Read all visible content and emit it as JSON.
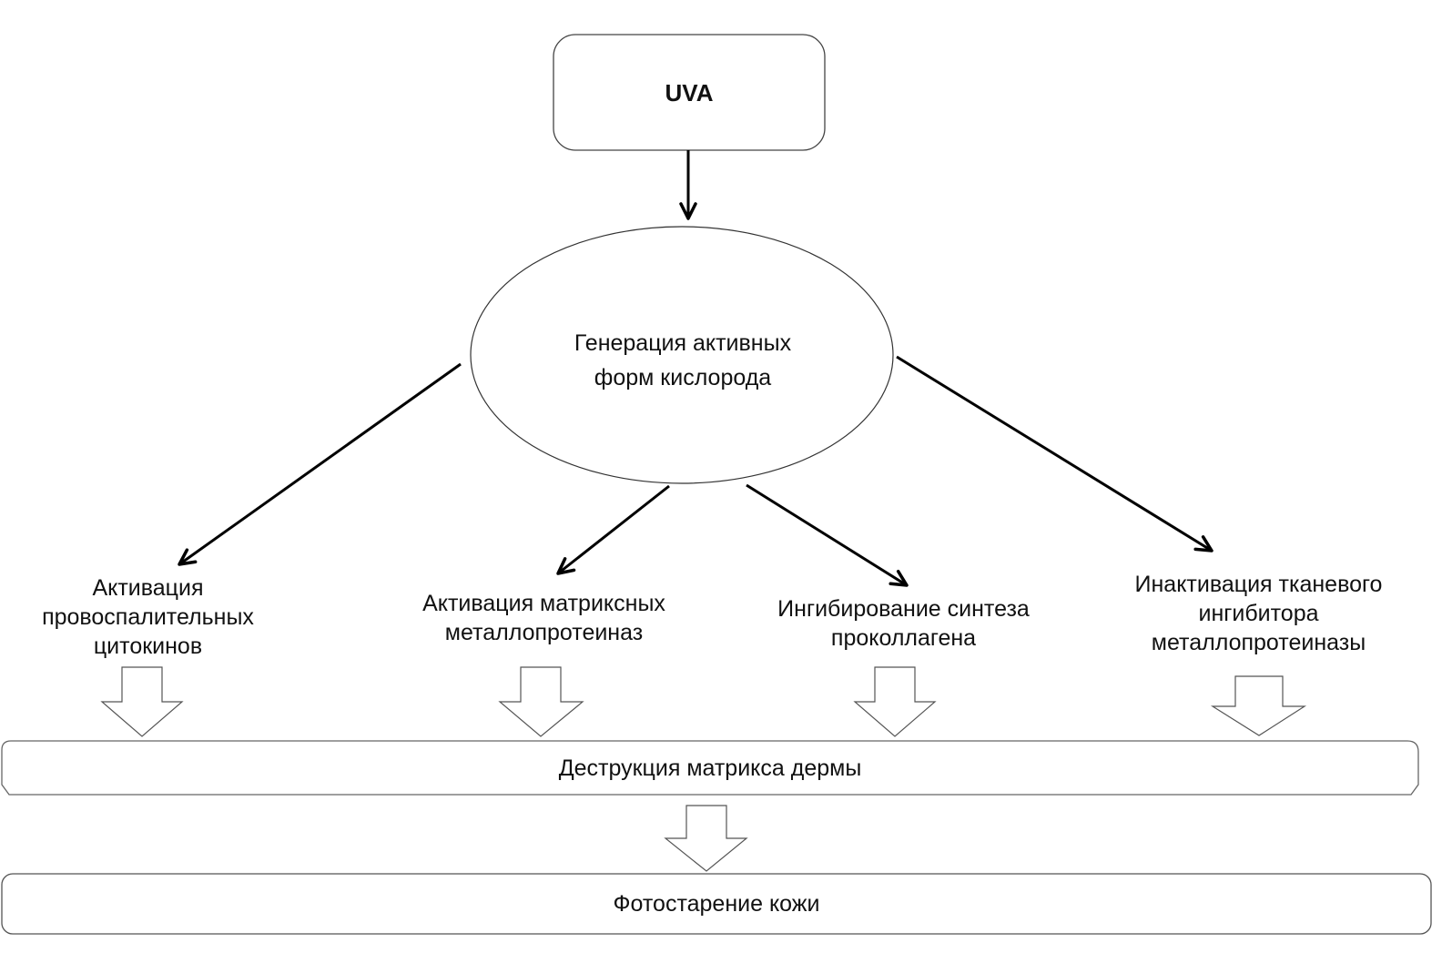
{
  "diagram": {
    "source_node": {
      "label": "UVA"
    },
    "center_node": {
      "label": "Генерация активных\nформ кислорода"
    },
    "effects": [
      {
        "id": "cytokines",
        "label": "Активация\nпровоспалительных\nцитокинов"
      },
      {
        "id": "mmp",
        "label": "Активация матриксных\nметаллопротеиназ"
      },
      {
        "id": "procollagen",
        "label": "Ингибирование синтеза\nпроколлагена"
      },
      {
        "id": "timp",
        "label": "Инактивация тканевого\nингибитора\nметаллопротеиназы"
      }
    ],
    "result_node": {
      "label": "Деструкция матрикса дермы"
    },
    "final_node": {
      "label": "Фотостарение кожи"
    },
    "edges": [
      {
        "from": "UVA",
        "to": "Генерация активных форм кислорода",
        "style": "line-arrow"
      },
      {
        "from": "Генерация активных форм кислорода",
        "to": "Активация провоспалительных цитокинов",
        "style": "line-arrow"
      },
      {
        "from": "Генерация активных форм кислорода",
        "to": "Активация матриксных металлопротеиназ",
        "style": "line-arrow"
      },
      {
        "from": "Генерация активных форм кислорода",
        "to": "Ингибирование синтеза проколлагена",
        "style": "line-arrow"
      },
      {
        "from": "Генерация активных форм кислорода",
        "to": "Инактивация тканевого ингибитора металлопротеиназы",
        "style": "line-arrow"
      },
      {
        "from": "Активация провоспалительных цитокинов",
        "to": "Деструкция матрикса дермы",
        "style": "block-arrow"
      },
      {
        "from": "Активация матриксных металлопротеиназ",
        "to": "Деструкция матрикса дермы",
        "style": "block-arrow"
      },
      {
        "from": "Ингибирование синтеза проколлагена",
        "to": "Деструкция матрикса дермы",
        "style": "block-arrow"
      },
      {
        "from": "Инактивация тканевого ингибитора металлопротеиназы",
        "to": "Деструкция матрикса дермы",
        "style": "block-arrow"
      },
      {
        "from": "Деструкция матрикса дермы",
        "to": "Фотостарение кожи",
        "style": "block-arrow"
      }
    ],
    "colors": {
      "stroke": "#333333",
      "arrow": "#000000",
      "text": "#111111",
      "background": "#ffffff"
    }
  }
}
